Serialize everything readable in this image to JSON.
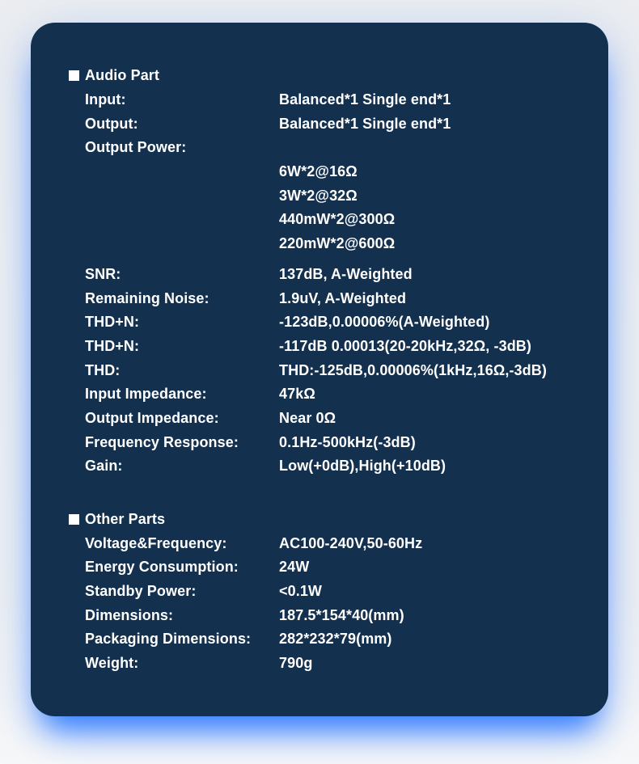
{
  "theme": {
    "page_bg": "#edeff1",
    "card_bg": "#13304e",
    "text": "#ffffff",
    "glow": "#2e7bff"
  },
  "card": {
    "sections": [
      {
        "title": "Audio Part",
        "rows": [
          {
            "label": "Input:",
            "value": "Balanced*1 Single end*1"
          },
          {
            "label": "Output:",
            "value": "Balanced*1 Single end*1"
          },
          {
            "label": "Output Power:",
            "value": ""
          },
          {
            "label": "",
            "value": "6W*2@16Ω"
          },
          {
            "label": "",
            "value": "3W*2@32Ω"
          },
          {
            "label": "",
            "value": "440mW*2@300Ω"
          },
          {
            "label": "",
            "value": "220mW*2@600Ω"
          },
          {
            "label": "SNR:",
            "value": "137dB, A-Weighted"
          },
          {
            "label": "Remaining Noise:",
            "value": "1.9uV, A-Weighted"
          },
          {
            "label": "THD+N:",
            "value": "-123dB,0.00006%(A-Weighted)"
          },
          {
            "label": "THD+N:",
            "value": "-117dB 0.00013(20-20kHz,32Ω, -3dB)"
          },
          {
            "label": "THD:",
            "value": "THD:-125dB,0.00006%(1kHz,16Ω,-3dB)"
          },
          {
            "label": "Input Impedance:",
            "value": "47kΩ"
          },
          {
            "label": "Output Impedance:",
            "value": "Near 0Ω"
          },
          {
            "label": "Frequency Response:",
            "value": "0.1Hz-500kHz(-3dB)"
          },
          {
            "label": "Gain:",
            "value": "Low(+0dB),High(+10dB)"
          }
        ]
      },
      {
        "title": "Other Parts",
        "rows": [
          {
            "label": "Voltage&Frequency:",
            "value": "AC100-240V,50-60Hz"
          },
          {
            "label": "Energy Consumption:",
            "value": "24W"
          },
          {
            "label": "Standby Power:",
            "value": "<0.1W"
          },
          {
            "label": "Dimensions:",
            "value": "187.5*154*40(mm)"
          },
          {
            "label": "Packaging Dimensions:",
            "value": "282*232*79(mm)"
          },
          {
            "label": "Weight:",
            "value": "790g"
          }
        ]
      }
    ]
  }
}
